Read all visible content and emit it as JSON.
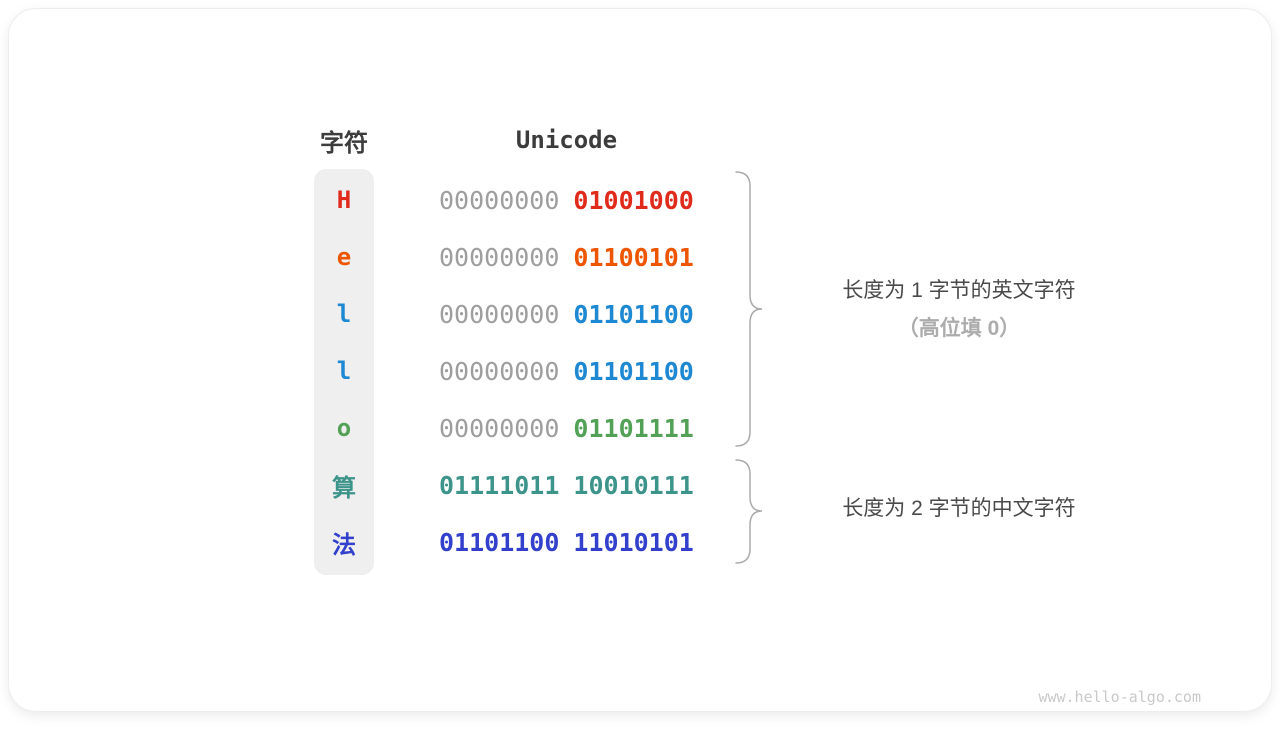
{
  "header": {
    "char_col": "字符",
    "unicode_col": "Unicode"
  },
  "rows": [
    {
      "char": "H",
      "byte1": "00000000",
      "byte2": "01001000",
      "color": "#e02a1b",
      "byte1_gray": true
    },
    {
      "char": "e",
      "byte1": "00000000",
      "byte2": "01100101",
      "color": "#ee5500",
      "byte1_gray": true
    },
    {
      "char": "l",
      "byte1": "00000000",
      "byte2": "01101100",
      "color": "#1e88d2",
      "byte1_gray": true
    },
    {
      "char": "l",
      "byte1": "00000000",
      "byte2": "01101100",
      "color": "#1e88d2",
      "byte1_gray": true
    },
    {
      "char": "o",
      "byte1": "00000000",
      "byte2": "01101111",
      "color": "#52a156",
      "byte1_gray": true
    },
    {
      "char": "算",
      "byte1": "01111011",
      "byte2": "10010111",
      "color": "#3d948b",
      "byte1_gray": false
    },
    {
      "char": "法",
      "byte1": "01101100",
      "byte2": "11010101",
      "color": "#3340cc",
      "byte1_gray": false
    }
  ],
  "layout_colors": {
    "gray_bits": "#9e9e9e",
    "pill_bg": "#efefef",
    "brace": "#ababab"
  },
  "annotations": {
    "english": {
      "line1": "长度为 1 字节的英文字符",
      "line2": "（高位填 0）"
    },
    "chinese": {
      "line1": "长度为 2 字节的中文字符"
    }
  },
  "watermark": "www.hello-algo.com"
}
